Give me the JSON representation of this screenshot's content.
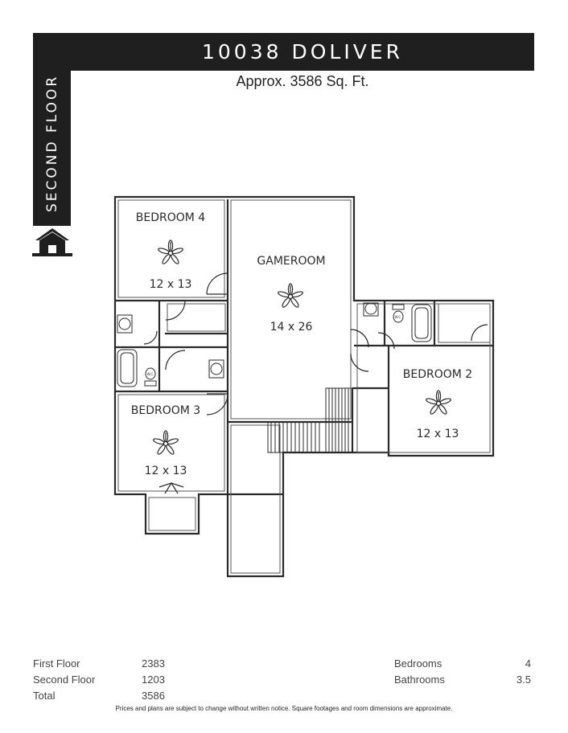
{
  "header": {
    "title": "10038 DOLIVER",
    "subtitle": "Approx. 3586 Sq. Ft.",
    "floor_label": "SECOND FLOOR",
    "icon": "house-icon"
  },
  "rooms": [
    {
      "name": "BEDROOM 4",
      "dims": "12 x 13"
    },
    {
      "name": "GAMEROOM",
      "dims": "14 x 26"
    },
    {
      "name": "BEDROOM 2",
      "dims": "12 x 13"
    },
    {
      "name": "BEDROOM 3",
      "dims": "12 x 13"
    }
  ],
  "fixtures": {
    "wc_label": "W.C."
  },
  "stats": {
    "first_floor": {
      "label": "First Floor",
      "value": "2383"
    },
    "second_floor": {
      "label": "Second Floor",
      "value": "1203"
    },
    "total": {
      "label": "Total",
      "value": "3586"
    },
    "bedrooms": {
      "label": "Bedrooms",
      "value": "4"
    },
    "bathrooms": {
      "label": "Bathrooms",
      "value": "3.5"
    }
  },
  "disclaimer": "Prices and plans are subject to change without written notice. Square footages and room dimensions are approximate."
}
